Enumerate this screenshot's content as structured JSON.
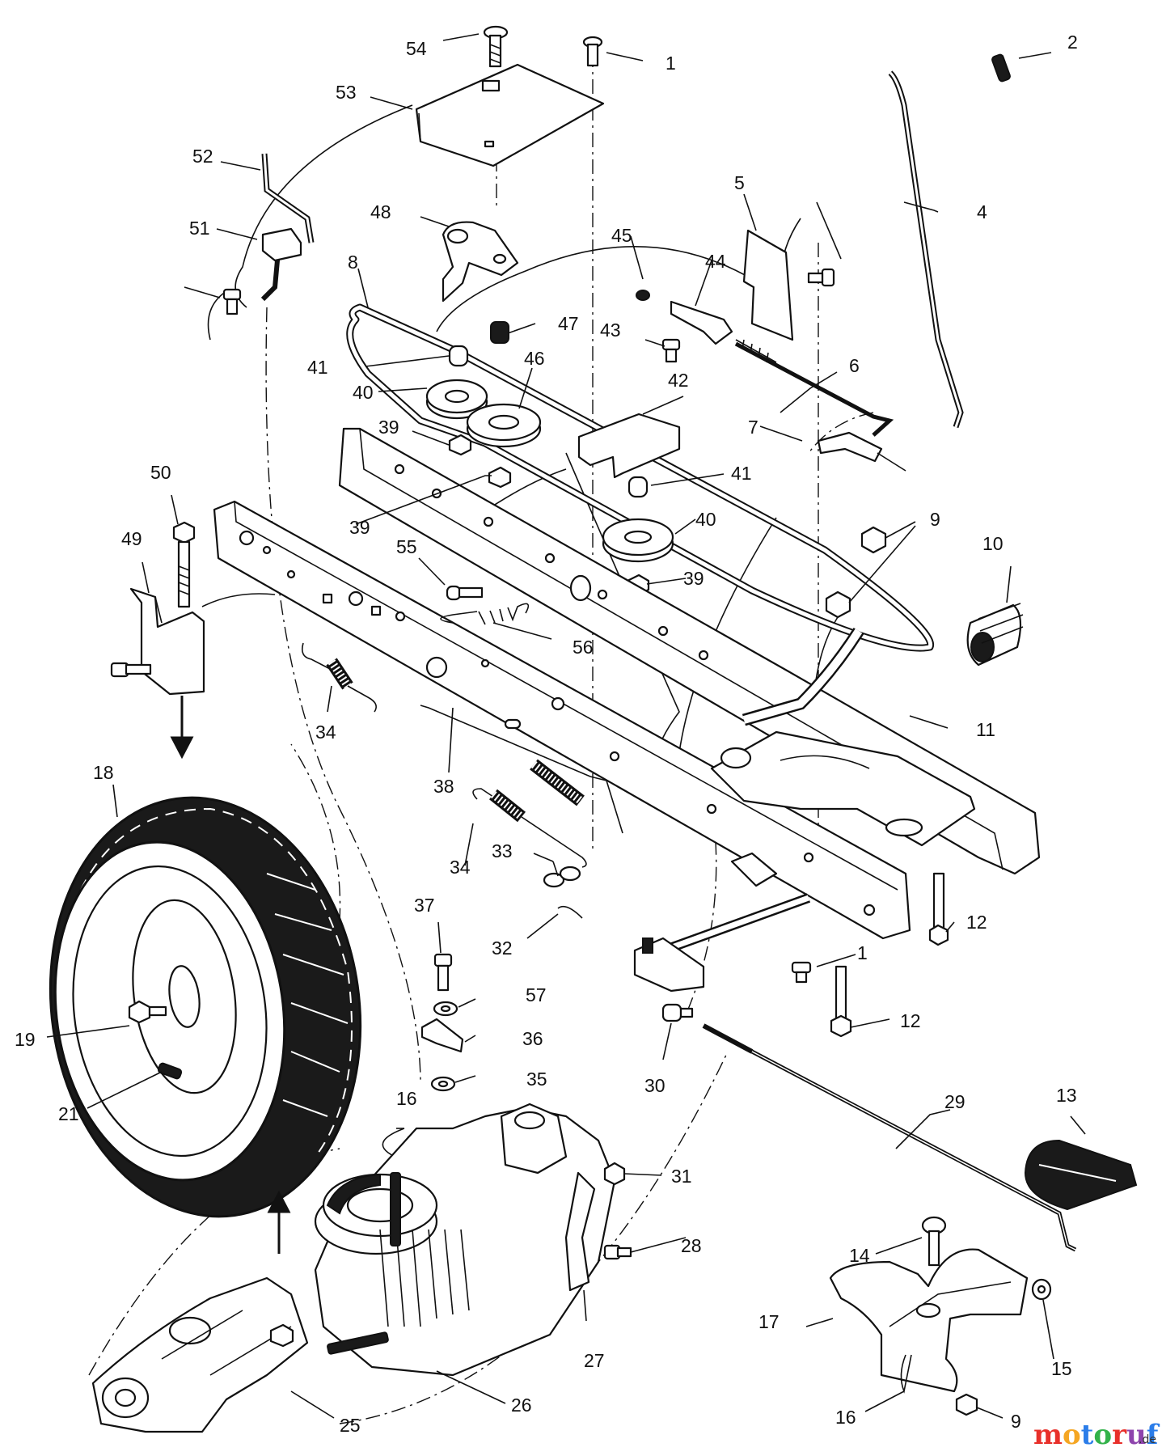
{
  "diagram": {
    "callouts": [
      "54",
      "53",
      "1",
      "2",
      "52",
      "51",
      "48",
      "45",
      "44",
      "5",
      "4",
      "8",
      "47",
      "43",
      "41",
      "46",
      "40",
      "42",
      "6",
      "39",
      "7",
      "50",
      "49",
      "39",
      "41",
      "40",
      "55",
      "9",
      "10",
      "39",
      "56",
      "34",
      "38",
      "11",
      "18",
      "33",
      "34",
      "12",
      "32",
      "37",
      "57",
      "1",
      "19",
      "36",
      "35",
      "12",
      "30",
      "21",
      "16",
      "29",
      "13",
      "31",
      "28",
      "14",
      "17",
      "27",
      "15",
      "25",
      "26",
      "16",
      "9"
    ]
  },
  "watermark": {
    "brand": "motoruf",
    "suffix": ".de",
    "colors": [
      "#e8302a",
      "#f5a623",
      "#2b7de9",
      "#32b24a",
      "#e8302a",
      "#8e44ad",
      "#2b7de9"
    ]
  }
}
